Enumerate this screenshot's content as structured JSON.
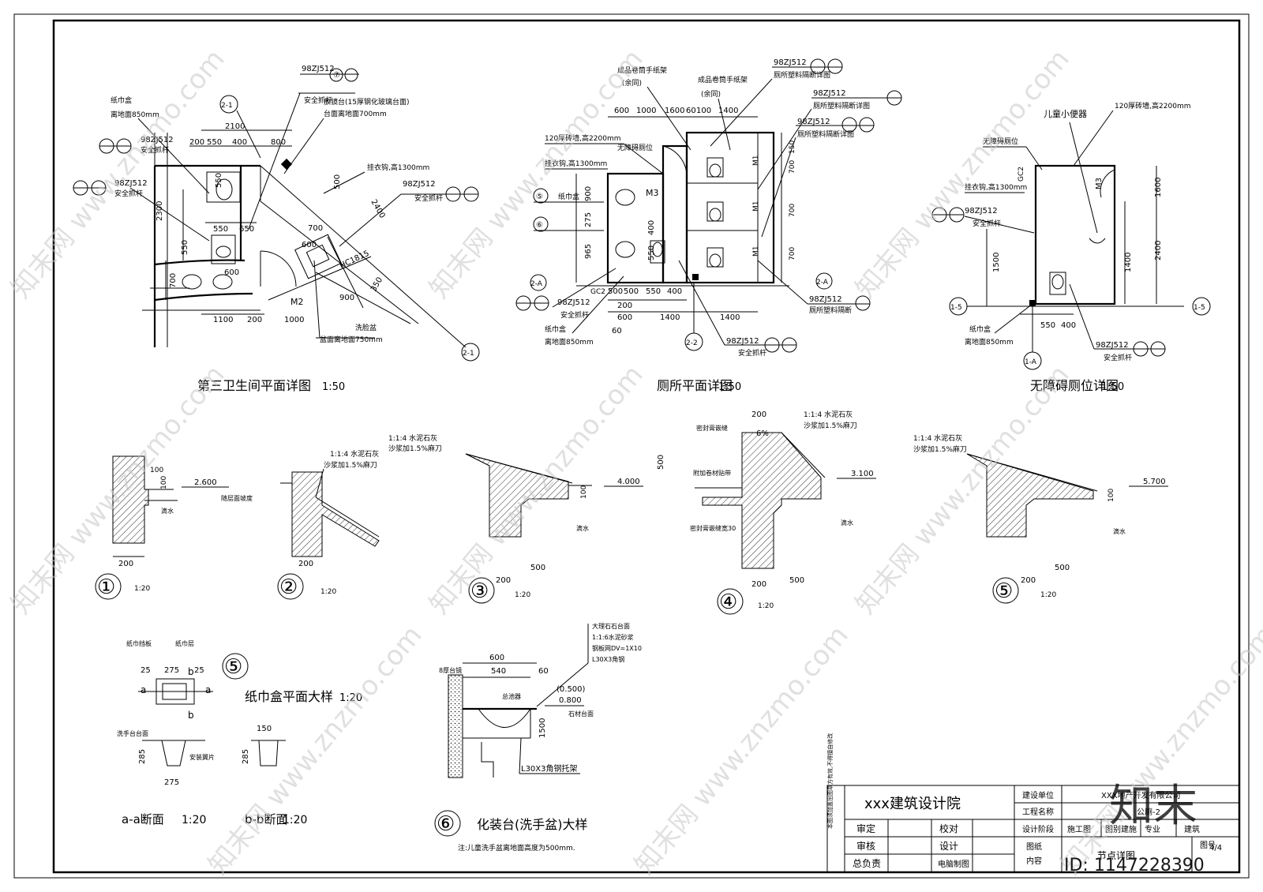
{
  "plans": {
    "third_toilet": {
      "title": "第三卫生间平面详图",
      "scale": "1:50"
    },
    "toilet": {
      "title": "厕所平面详图",
      "scale": "1:50"
    },
    "accessible": {
      "title": "无障碍厕位详图",
      "scale": "1:50"
    }
  },
  "notes": {
    "ref_safety": "98ZJ512",
    "safety_rail": "安全抓杆",
    "paper_box": "纸巾盒",
    "paper_box_h": "离地面850mm",
    "mirror": "放镜台(15厚钢化玻璃台面)",
    "mirror_h": "台面离地面700mm",
    "hook": "挂衣钩,高1300mm",
    "wash_basin": "洗脸盆",
    "basin_h": "盆面离地面750mm",
    "door_m2": "M2",
    "door_m3": "M3",
    "door_m1": "M1",
    "window": "HC1815",
    "wall_120": "120厚砖墙,高2200mm",
    "accessible_stall": "无障碍厕位",
    "tissue_holder": "成品卷筒手纸架",
    "same": "(余同)",
    "partition_detail": "厕所塑料隔断详图",
    "partition": "厕所塑料隔断",
    "kids_urinal": "儿童小便器",
    "gc2": "GC2"
  },
  "dims": {
    "d2100": "2100",
    "d200": "200",
    "d550": "550",
    "d400": "400",
    "d800": "800",
    "d2300": "2300",
    "d650": "650",
    "d600": "600",
    "d700": "700",
    "d1100": "1100",
    "d1000": "1000",
    "d900": "900",
    "d350": "350",
    "d500": "500",
    "d2400": "2400",
    "d1600": "1600",
    "d60": "60",
    "d100": "100",
    "d1400": "1400",
    "d275": "275",
    "d965": "965",
    "d150": "150",
    "d1500": "1500"
  },
  "axes": {
    "a21": "2-1",
    "a22": "2-2",
    "a2A": "2-A",
    "a15": "1-5",
    "a1A": "1-A"
  },
  "sections": [
    {
      "num": "①",
      "scale": "1:20",
      "elev": "2.600",
      "note": "随层面坡度",
      "mortar": "1:1:4 水泥石灰",
      "mortar2": "沙浆加1.5%麻刀",
      "drip": "滴水"
    },
    {
      "num": "②",
      "scale": "1:20"
    },
    {
      "num": "③",
      "scale": "1:20",
      "elev": "4.000"
    },
    {
      "num": "④",
      "scale": "1:20",
      "elev": "3.100",
      "seal": "密封膏嵌缝",
      "add": "附加卷材贴带",
      "seal30": "密封膏嵌缝宽30",
      "slope": "6%"
    },
    {
      "num": "⑤",
      "scale": "1:20",
      "elev": "5.700"
    }
  ],
  "paperbox": {
    "num": "⑤",
    "title": "纸巾盒平面大样",
    "scale": "1:20",
    "board": "纸巾挡板",
    "layer": "纸巾层",
    "counter": "洗手台台面",
    "fix": "安装翼片",
    "sec_a": "a-a断面",
    "sec_b": "b-b断面",
    "sa": "a",
    "sb": "b",
    "d25": "25",
    "d285": "285",
    "d150": "150",
    "d275": "275"
  },
  "vanity": {
    "num": "⑥",
    "title": "化装台(洗手盆)大样",
    "marble": "大理石石台面",
    "mortar": "1:1:6水泥砂浆",
    "steel": "钢板网DV=1X10",
    "angle": "L30X3角钢",
    "mirror": "8厚台镜",
    "sink": "总池器",
    "stone": "石材台面",
    "bracket": "L30X3角钢托架",
    "e500": "(0.500)",
    "e800": "0.800",
    "d540": "540",
    "d1500": "1500",
    "note": "注:儿童洗手盆离地面高度为500mm."
  },
  "titleblock": {
    "company": "xxx建筑设计院",
    "owner_label": "建设单位",
    "owner": "XXX地产开发有限公司",
    "project_label": "工程名称",
    "project": "公厕-2",
    "stage_label": "设计阶段",
    "stage": "施工图",
    "pro_label": "图别",
    "pro": "建施",
    "dept_label": "专业",
    "dept": "建筑",
    "review": "审定",
    "check": "校对",
    "audit": "审核",
    "design": "设计",
    "chief": "总负责",
    "cad": "电脑制图",
    "content_label1": "图纸",
    "content_label2": "内容",
    "content": "节点详图",
    "no_label": "图号",
    "sheet": "4/4",
    "side_note": "本图须加盖出图章方有效,不得擅自修改"
  },
  "watermark": {
    "text": "知末网 www.znzmo.com",
    "logo": "知末",
    "id": "ID: 1147228390"
  }
}
